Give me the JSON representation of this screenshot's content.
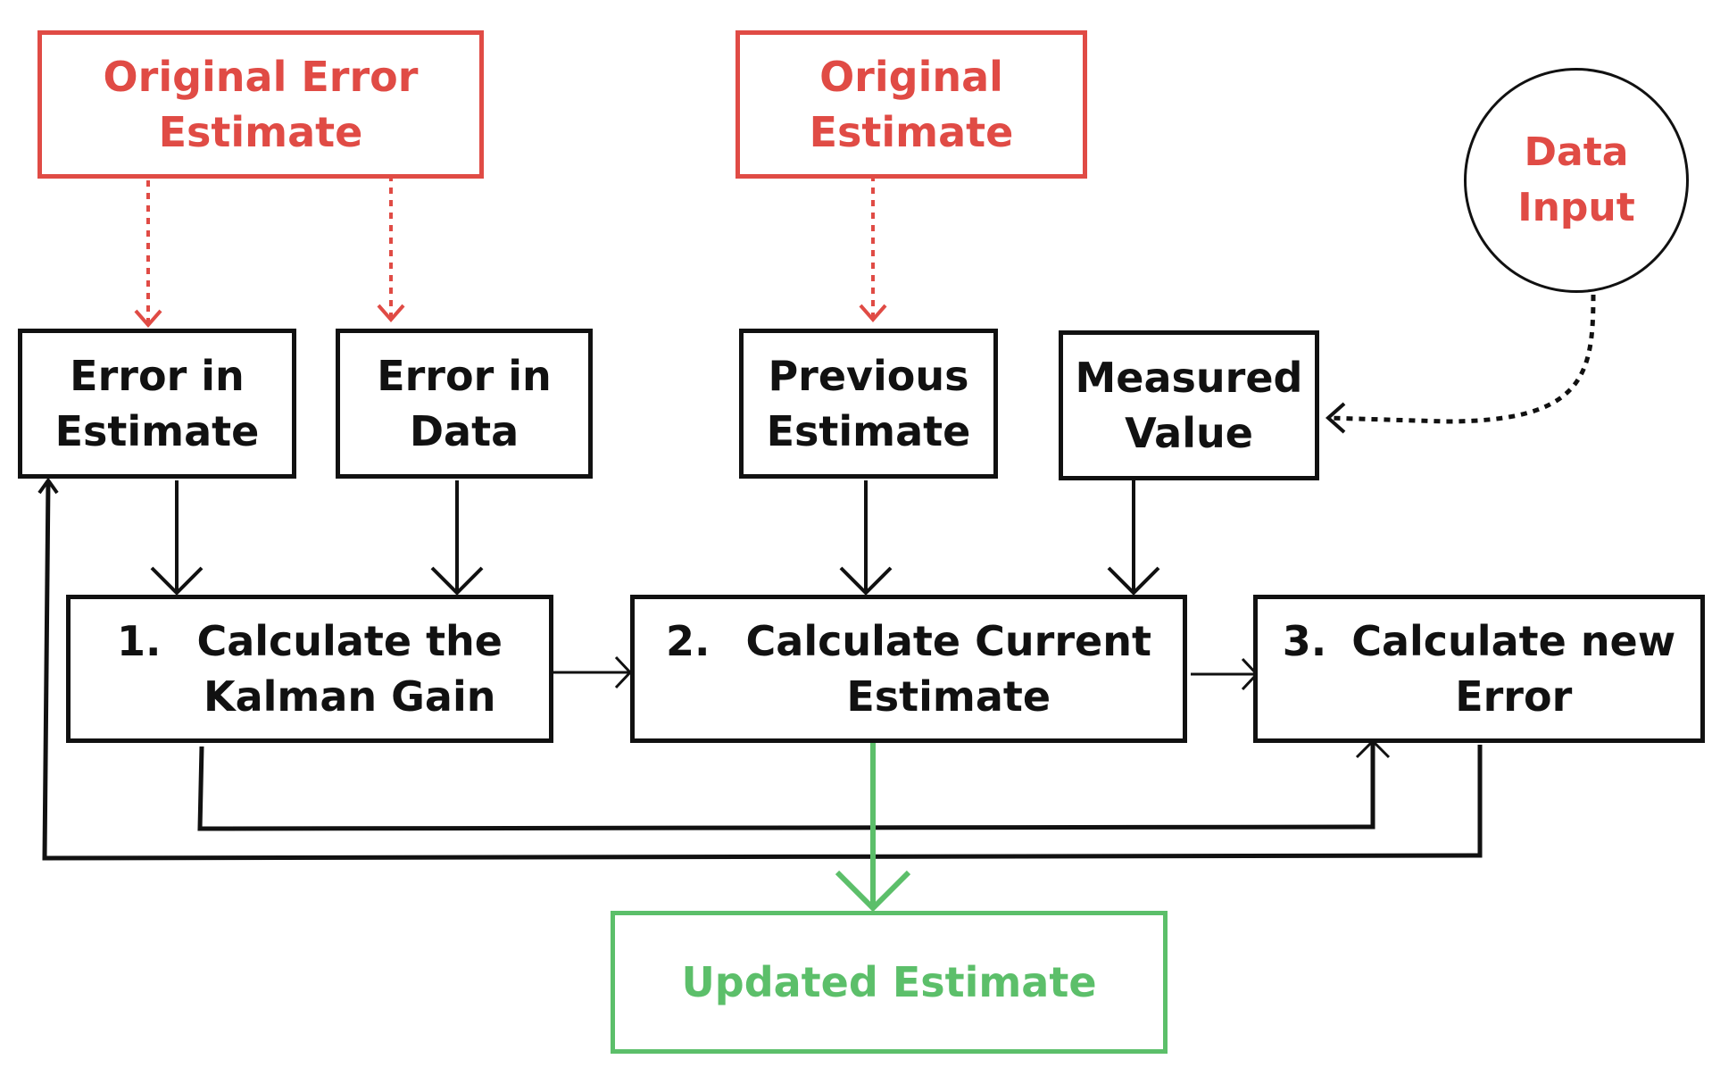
{
  "colors": {
    "source": "#e04b45",
    "process": "#111111",
    "output": "#5cbf6a"
  },
  "sources": {
    "original_error_estimate": {
      "line1": "Original Error",
      "line2": "Estimate"
    },
    "original_estimate": {
      "line1": "Original",
      "line2": "Estimate"
    },
    "data_input": {
      "line1": "Data",
      "line2": "Input"
    }
  },
  "inputs": {
    "error_in_estimate": {
      "line1": "Error in",
      "line2": "Estimate"
    },
    "error_in_data": {
      "line1": "Error in",
      "line2": "Data"
    },
    "previous_estimate": {
      "line1": "Previous",
      "line2": "Estimate"
    },
    "measured_value": {
      "line1": "Measured",
      "line2": "Value"
    }
  },
  "steps": {
    "kalman_gain": {
      "number": "1.",
      "line1": "Calculate the",
      "line2": "Kalman Gain"
    },
    "current_estimate": {
      "number": "2.",
      "line1": "Calculate Current",
      "line2": "Estimate"
    },
    "new_error": {
      "number": "3.",
      "line1": "Calculate new",
      "line2": "Error"
    }
  },
  "output": {
    "updated_estimate": "Updated Estimate"
  }
}
